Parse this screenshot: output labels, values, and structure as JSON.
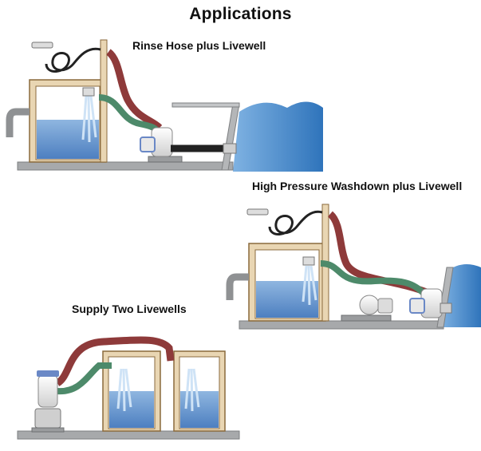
{
  "title": "Applications",
  "panels": [
    {
      "id": "rinse",
      "caption": "Rinse Hose plus Livewell"
    },
    {
      "id": "washdown",
      "caption": "High Pressure Washdown plus Livewell"
    },
    {
      "id": "two-livewells",
      "caption": "Supply Two Livewells"
    }
  ],
  "colors": {
    "water": "#6f9ed3",
    "water_light": "#c7dcf0",
    "sea": "#3f86c8",
    "tank_frame": "#e6cfa8",
    "tank_border": "#8a6a3c",
    "deck": "#9a9c9e",
    "hose_maroon": "#8e3a3a",
    "hose_green": "#4d8a6a",
    "pump_white": "#f2f2f2",
    "pump_blue": "#6a88c6",
    "hose_black": "#222222"
  }
}
